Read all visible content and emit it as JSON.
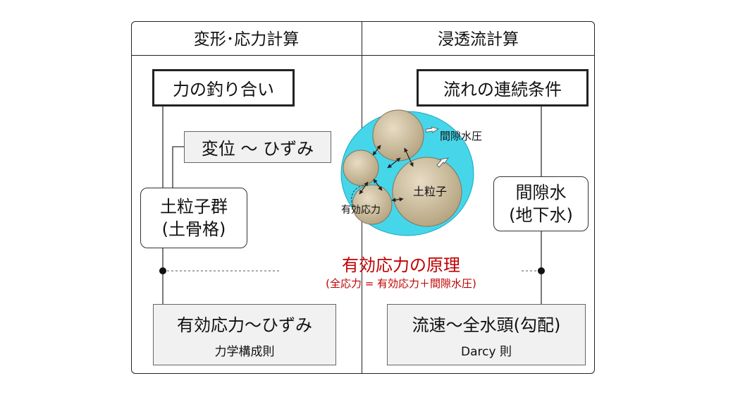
{
  "headers": {
    "left": "変形･応力計算",
    "right": "浸透流計算"
  },
  "left": {
    "equilibrium": "力の釣り合い",
    "disp_strain": "変位 ～ ひずみ",
    "skeleton": {
      "line1": "土粒子群",
      "line2": "(土骨格)"
    },
    "law": {
      "title": "有効応力～ひずみ",
      "sub": "力学構成則"
    }
  },
  "right": {
    "continuity": "流れの連続条件",
    "porewater": {
      "line1": "間隙水",
      "line2": "(地下水)"
    },
    "law": {
      "title": "流速～全水頭(勾配)",
      "sub": "Darcy 則"
    }
  },
  "principle": {
    "title": "有効応力の原理",
    "formula": "(全応力 = 有効応力＋間隙水圧)"
  },
  "particle_labels": {
    "pore_pressure": "間隙水圧",
    "soil_particle": "土粒子",
    "effective_stress": "有効応力"
  },
  "colors": {
    "principle_red": "#c00000",
    "pore_water": "#44d4e8",
    "particle": "#cbbb9a"
  }
}
